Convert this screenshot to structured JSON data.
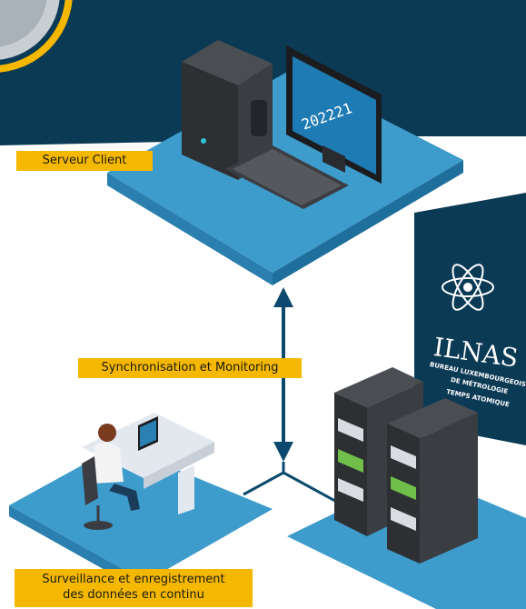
{
  "labels": {
    "client": "Serveur Client",
    "sync": "Synchronisation et Monitoring",
    "surveillance_line1": "Surveillance et enregistrement",
    "surveillance_line2": "des données en continu"
  },
  "monitor_display": "202221",
  "ilnas": {
    "logo": "ILNAS",
    "line1": "BUREAU LUXEMBOURGEOIS",
    "line2": "DE MÉTROLOGIE",
    "line3": "TEMPS ATOMIQUE"
  },
  "colors": {
    "navy": "#0b3a55",
    "platform": "#3d9ccc",
    "platform_edge": "#2a7fae",
    "label": "#f5b800",
    "arrow": "#0b4a6e"
  }
}
